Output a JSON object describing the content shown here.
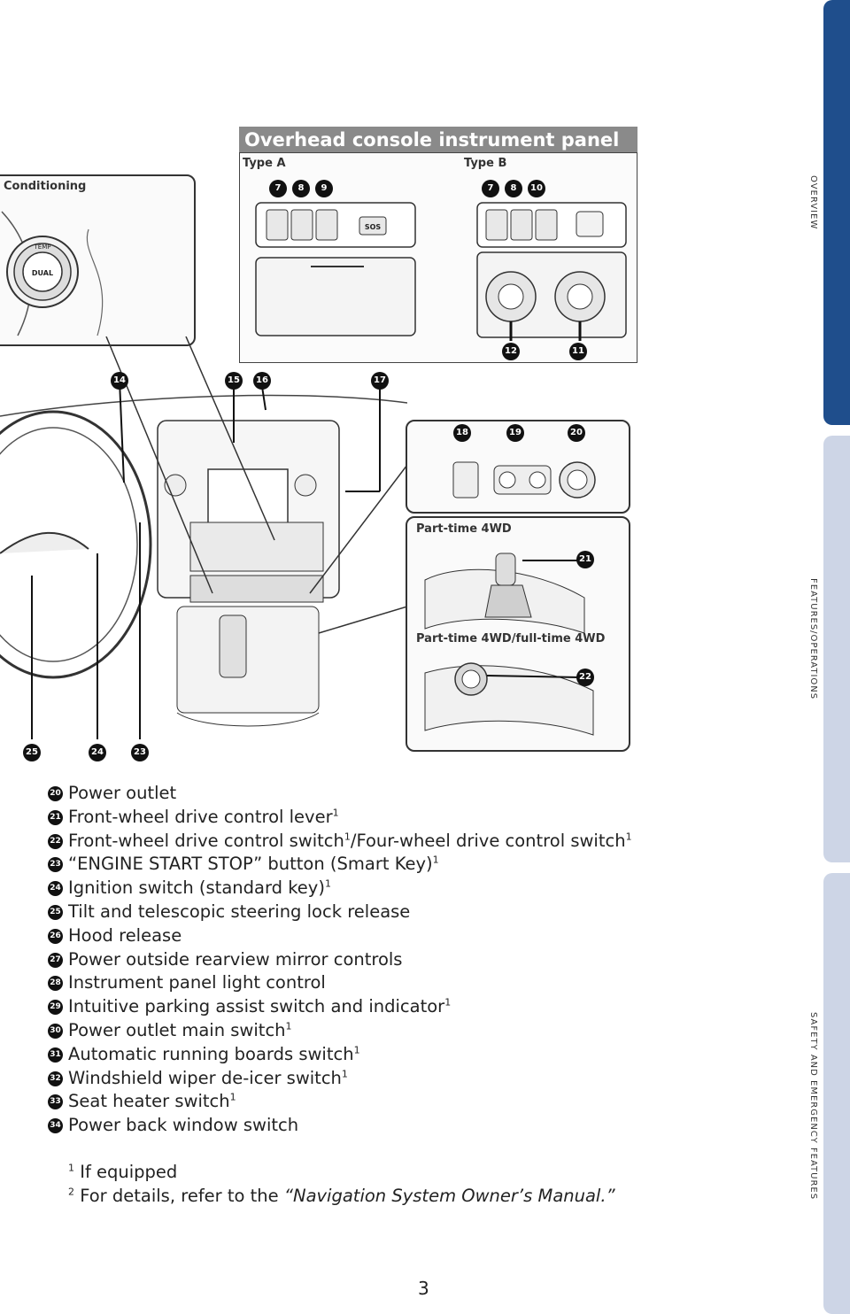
{
  "side_tabs": {
    "overview": "OVERVIEW",
    "features": "FEATURES/OPERATIONS",
    "safety": "SAFETY AND EMERGENCY FEATURES"
  },
  "figure": {
    "overhead_title": "Overhead console instrument panel",
    "type_a": "Type A",
    "type_b": "Type B",
    "climate_label": "Conditioning",
    "climate_knob_top": "TEMP",
    "climate_knob_center": "DUAL",
    "part_time_label": "Part-time 4WD",
    "part_full_label": "Part-time 4WD/full-time 4WD",
    "sos_label": "SOS",
    "callouts": {
      "c7a": "7",
      "c8a": "8",
      "c9a": "9",
      "c7b": "7",
      "c8b": "8",
      "c10b": "10",
      "c11": "11",
      "c12": "12",
      "c14": "14",
      "c15": "15",
      "c16": "16",
      "c17": "17",
      "c18": "18",
      "c19": "19",
      "c20": "20",
      "c21": "21",
      "c22": "22",
      "c23": "23",
      "c24": "24",
      "c25": "25"
    }
  },
  "legend": [
    {
      "num": "20",
      "text": "Power outlet",
      "sup": ""
    },
    {
      "num": "21",
      "text": "Front-wheel drive control lever",
      "sup": "1"
    },
    {
      "num": "22",
      "text": "Front-wheel drive control switch",
      "sup": "1",
      "text2": "/Four-wheel drive control switch",
      "sup2": "1"
    },
    {
      "num": "23",
      "text": "“ENGINE START STOP” button (Smart Key)",
      "sup": "1"
    },
    {
      "num": "24",
      "text": "Ignition switch (standard key)",
      "sup": "1"
    },
    {
      "num": "25",
      "text": "Tilt and telescopic steering lock release",
      "sup": ""
    },
    {
      "num": "26",
      "text": "Hood release",
      "sup": ""
    },
    {
      "num": "27",
      "text": "Power outside rearview mirror controls",
      "sup": ""
    },
    {
      "num": "28",
      "text": "Instrument panel light control",
      "sup": ""
    },
    {
      "num": "29",
      "text": "Intuitive parking assist switch and indicator",
      "sup": "1"
    },
    {
      "num": "30",
      "text": "Power outlet main switch",
      "sup": "1"
    },
    {
      "num": "31",
      "text": "Automatic running boards switch",
      "sup": "1"
    },
    {
      "num": "32",
      "text": "Windshield wiper de-icer switch",
      "sup": "1"
    },
    {
      "num": "33",
      "text": "Seat heater switch",
      "sup": "1"
    },
    {
      "num": "34",
      "text": "Power back window switch",
      "sup": ""
    }
  ],
  "footnotes": {
    "f1_mark": "1",
    "f1_text": " If equipped",
    "f2_mark": "2",
    "f2_prefix": " For details, refer to the ",
    "f2_italic": "“Navigation System Owner’s Manual.”"
  },
  "page_number": "3"
}
